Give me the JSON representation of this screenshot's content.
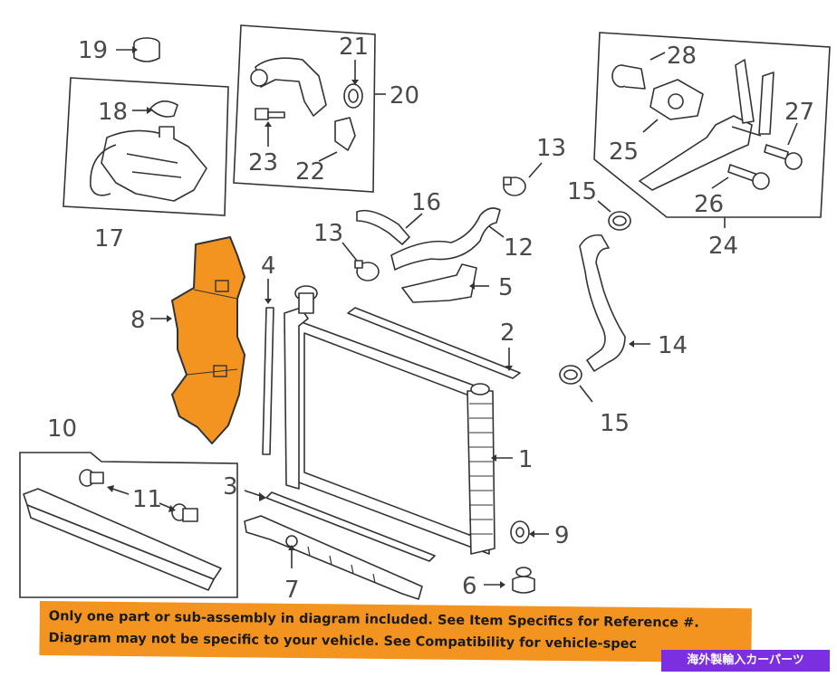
{
  "callouts": {
    "c1": "1",
    "c2": "2",
    "c3": "3",
    "c4": "4",
    "c5": "5",
    "c6": "6",
    "c7": "7",
    "c8": "8",
    "c9": "9",
    "c10": "10",
    "c11": "11",
    "c12": "12",
    "c13a": "13",
    "c13b": "13",
    "c14": "14",
    "c15a": "15",
    "c15b": "15",
    "c16": "16",
    "c17": "17",
    "c18": "18",
    "c19": "19",
    "c20": "20",
    "c21": "21",
    "c22": "22",
    "c23": "23",
    "c24": "24",
    "c25": "25",
    "c26": "26",
    "c27": "27",
    "c28": "28"
  },
  "highlight_color": "#f39421",
  "banner": {
    "line1": "Only one part or sub-assembly in diagram included. See Item Specifics for Reference #.",
    "line2": "Diagram may not be specific to your vehicle. See Compatibility for vehicle-spec"
  },
  "badge": "海外製輸入カーパーツ"
}
